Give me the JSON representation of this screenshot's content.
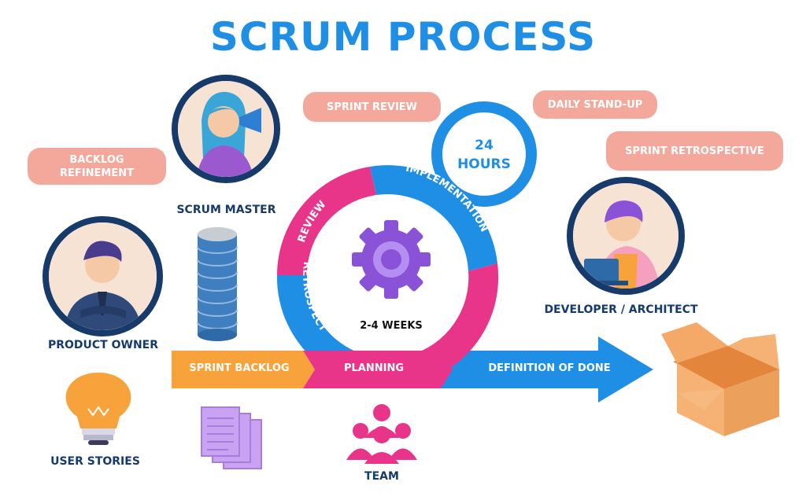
{
  "title": "SCRUM PROCESS",
  "pills": {
    "sprint_review": "SPRINT REVIEW",
    "daily_standup": "DAILY STAND-UP",
    "sprint_retrospective": "SPRINT RETROSPECTIVE",
    "backlog_refinement": "BACKLOG\nREFINEMENT"
  },
  "roles": {
    "scrum_master": "SCRUM MASTER",
    "product_owner": "PRODUCT OWNER",
    "developer_architect": "DEVELOPER / ARCHITECT"
  },
  "cycle": {
    "hours_value": "24",
    "hours_unit": "HOURS",
    "review": "REVIEW",
    "implementation": "IMPLEMENTATION",
    "retrospect": "RETROSPECT",
    "duration": "2-4 WEEKS"
  },
  "flow": {
    "sprint_backlog": "SPRINT BACKLOG",
    "planning": "PLANNING",
    "definition_of_done": "DEFINITION OF DONE"
  },
  "bottom": {
    "user_stories": "USER STORIES",
    "team": "TEAM"
  },
  "colors": {
    "blue": "#1f8fe6",
    "pink": "#e8358a",
    "orange": "#f7a23b",
    "navy": "#163a69",
    "salmon": "#f3a89b",
    "purple": "#8a52d6"
  }
}
